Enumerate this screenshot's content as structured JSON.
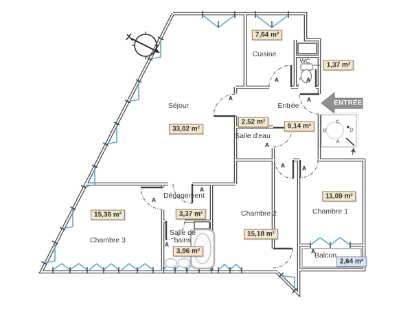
{
  "labels": {
    "door": "A"
  },
  "rooms": {
    "sejour": {
      "name": "Séjour",
      "area": "33,02 m²"
    },
    "cuisine": {
      "name": "Cuisine",
      "area": "7,64 m²"
    },
    "wc": {
      "name": "WC",
      "area": "1,37 m²"
    },
    "entree": {
      "name": "Entrée",
      "area": "9,14 m²"
    },
    "salle_deau": {
      "name": "Salle d'eau",
      "area": "2,52 m²"
    },
    "degagement": {
      "name": "Dégagement",
      "area": "3,37 m²"
    },
    "chambre2": {
      "name": "Chambre 2",
      "area": "15,18 m²"
    },
    "chambre1": {
      "name": "Chambre 1",
      "area": "11,09 m²"
    },
    "chambre3": {
      "name": "Chambre 3",
      "area": "15,36 m²"
    },
    "salle_de_bains": {
      "name": "Salle de bains",
      "area": "3,96 m²"
    },
    "balcon": {
      "name": "Balcon",
      "area": "2,64 m²"
    }
  },
  "entry": {
    "label": "ENTRÉE"
  },
  "legend": {
    "a": "A",
    "b": "B",
    "c": "C",
    "d": "D"
  },
  "colors": {
    "wall": "#3f3f3f",
    "window": "#5aa7d4",
    "label_bg": "#f5e7cd",
    "label_border": "#8a7a5f",
    "balcony_label_bg": "#dce4f2",
    "entry_arrow": "#8f8f8f"
  }
}
